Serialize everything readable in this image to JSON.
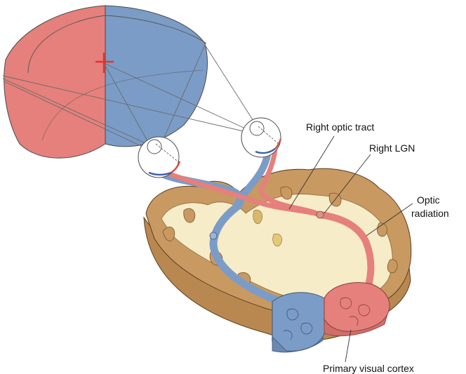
{
  "labels": {
    "right_optic_tract": "Right optic tract",
    "right_lgn": "Right LGN",
    "optic_radiation_line1": "Optic",
    "optic_radiation_line2": "radiation",
    "primary_visual_cortex": "Primary visual cortex"
  },
  "colors": {
    "left_visual_field": "#e5807c",
    "right_visual_field": "#7b9cc6",
    "fixation_mark": "#e8322a",
    "brain_gray_matter": "#c99962",
    "brain_white_matter": "#f6ecc8",
    "brain_base": "#b98850"
  }
}
